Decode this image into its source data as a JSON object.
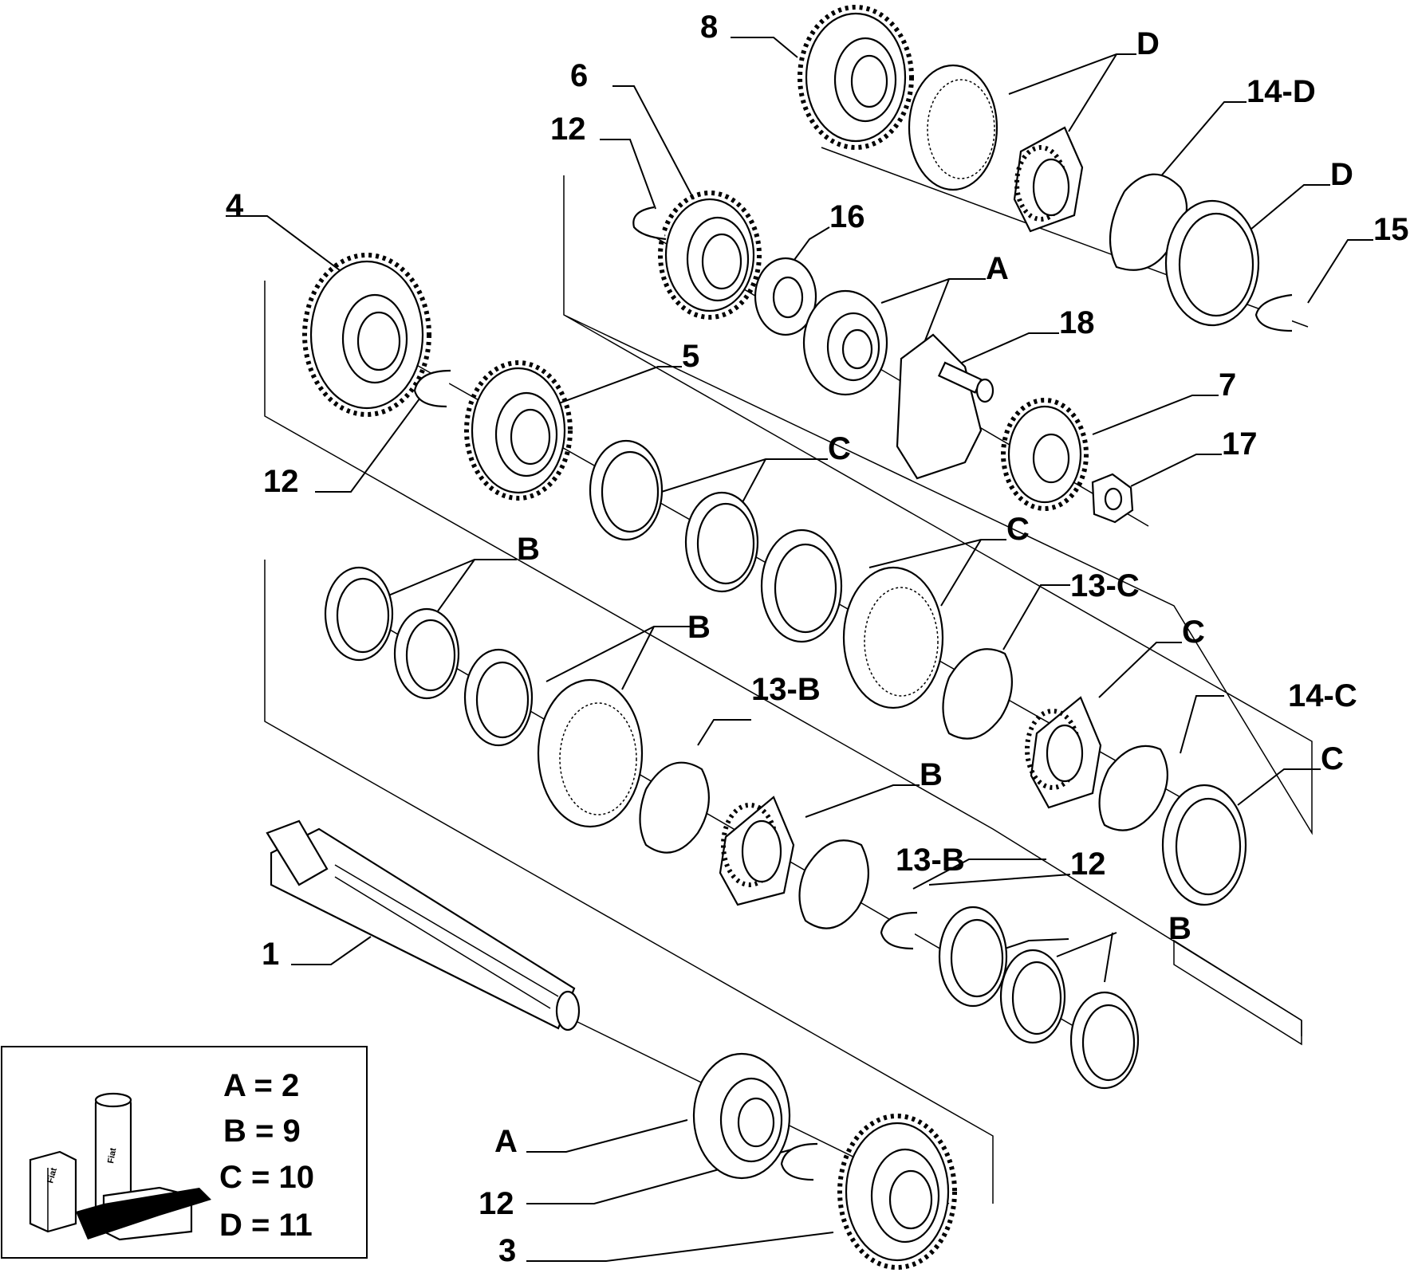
{
  "callouts": {
    "c8": "8",
    "cD1": "D",
    "c6": "6",
    "c12a": "12",
    "c14D": "14-D",
    "cD2": "D",
    "c16": "16",
    "cA1": "A",
    "c15": "15",
    "c4": "4",
    "c18": "18",
    "c5": "5",
    "c7": "7",
    "cC1": "C",
    "c17": "17",
    "c12b": "12",
    "cB1": "B",
    "cC2": "C",
    "c13C": "13-C",
    "cB2": "B",
    "cC3": "C",
    "c13B1": "13-B",
    "c14C": "14-C",
    "cB3": "B",
    "cC4": "C",
    "c13B2": "13-B",
    "c12c": "12",
    "c1": "1",
    "cB4": "B",
    "cA2": "A",
    "c12d": "12",
    "c3": "3"
  },
  "legend": {
    "line1": "A = 2",
    "line2": "B = 9",
    "line3": "C = 10",
    "line4": "D = 11",
    "icon": "fiat-parts-kit-icon"
  }
}
